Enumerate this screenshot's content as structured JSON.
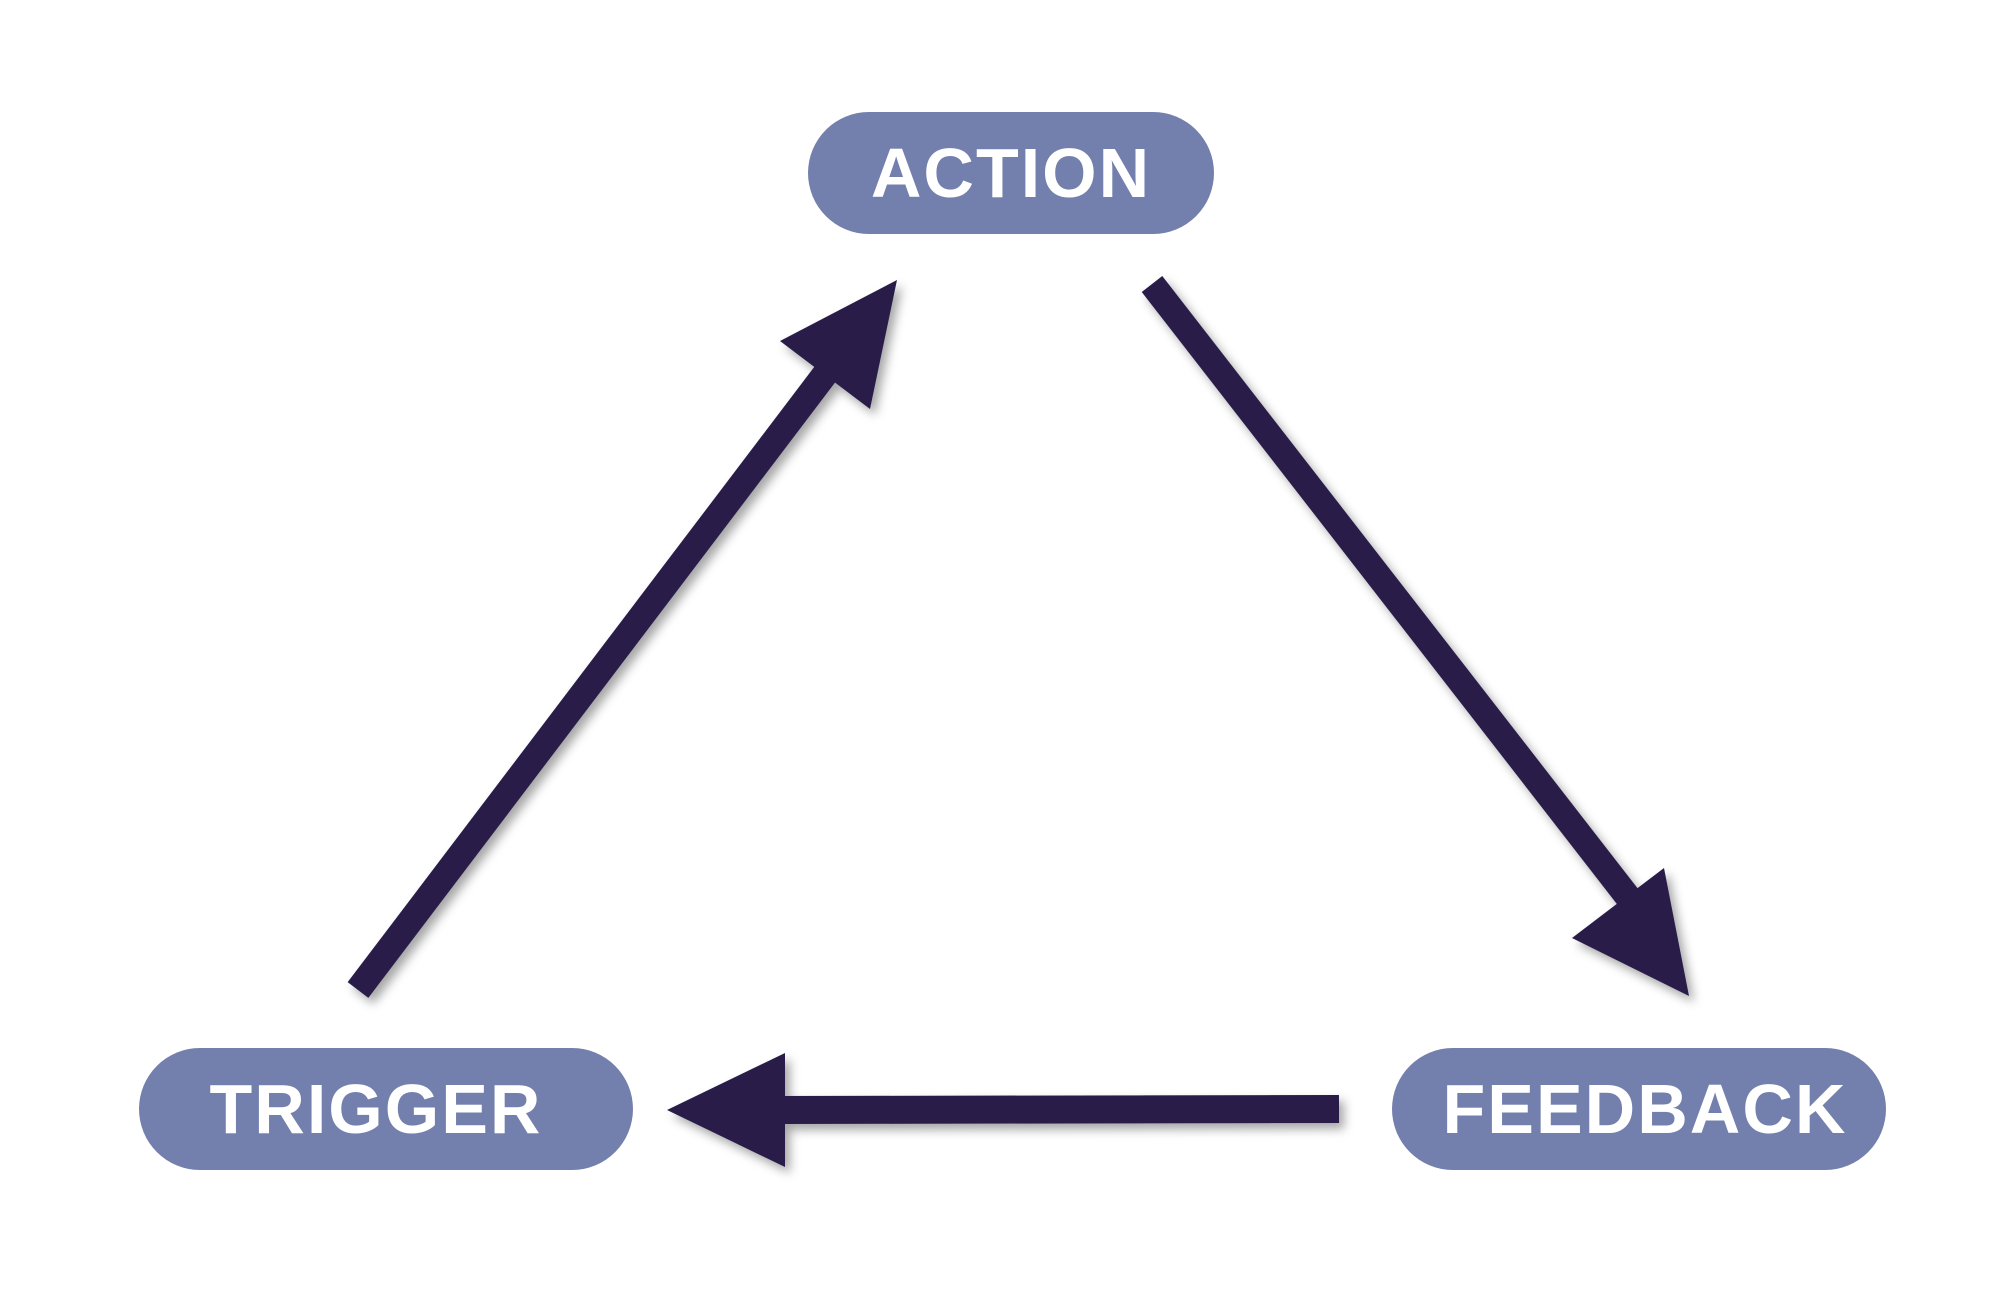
{
  "nodes": {
    "action": {
      "label": "ACTION"
    },
    "trigger": {
      "label": "TRIGGER"
    },
    "feedback": {
      "label": "FEEDBACK"
    }
  },
  "edges": [
    {
      "from": "trigger",
      "to": "action"
    },
    {
      "from": "action",
      "to": "feedback"
    },
    {
      "from": "feedback",
      "to": "trigger"
    }
  ],
  "colors": {
    "node_fill": "#7380ad",
    "node_text": "#ffffff",
    "arrow": "#2a1f4a",
    "background": "#ffffff"
  }
}
